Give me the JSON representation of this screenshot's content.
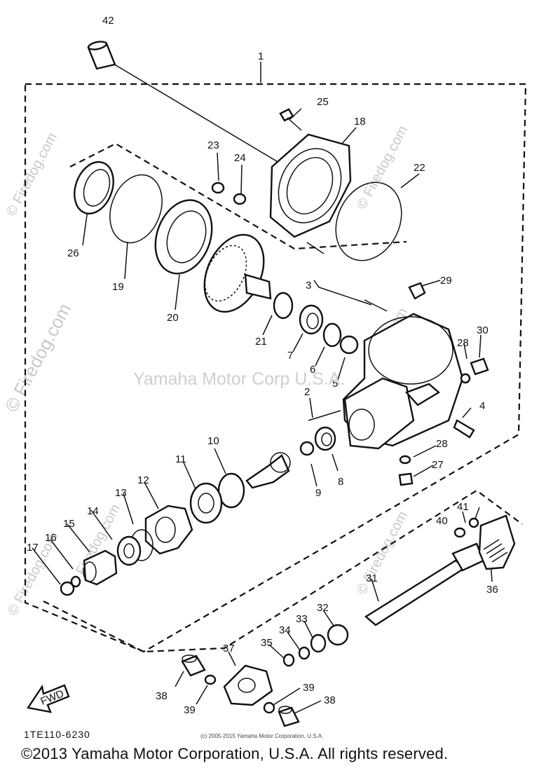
{
  "watermark": {
    "site": "© Firedog.com",
    "center_text": "Yamaha Motor Corp U.S.A."
  },
  "drawing_code": "1TE110-6230",
  "small_credit": "(c) 2005-2015 Yamaha Motor Corporation, U.S.A.",
  "footer_copyright": "©2013 Yamaha Motor Corporation, U.S.A. All rights reserved.",
  "fwd_arrow_label": "FWD",
  "part_labels": {
    "p1": "1",
    "p2": "2",
    "p3": "3",
    "p4": "4",
    "p5": "5",
    "p6": "6",
    "p7": "7",
    "p8": "8",
    "p9": "9",
    "p10": "10",
    "p11": "11",
    "p12": "12",
    "p13": "13",
    "p14": "14",
    "p15": "15",
    "p16": "16",
    "p17": "17",
    "p18": "18",
    "p19": "19",
    "p20": "20",
    "p21": "21",
    "p22": "22",
    "p23": "23",
    "p24": "24",
    "p25": "25",
    "p26": "26",
    "p27": "27",
    "p28a": "28",
    "p28b": "28",
    "p29": "29",
    "p30": "30",
    "p31": "31",
    "p32": "32",
    "p33": "33",
    "p34": "34",
    "p35": "35",
    "p36": "36",
    "p37": "37",
    "p38a": "38",
    "p38b": "38",
    "p39a": "39",
    "p39b": "39",
    "p40": "40",
    "p41": "41",
    "p42": "42"
  }
}
